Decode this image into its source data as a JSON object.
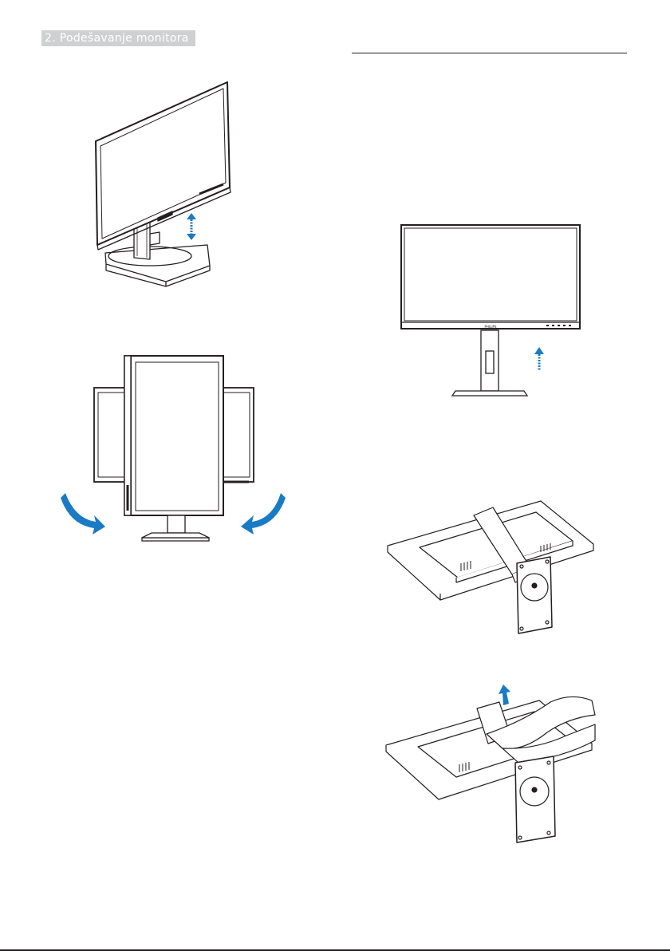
{
  "header": {
    "section_title": "2. Podešavanje monitora"
  },
  "brand": {
    "logo_text": "PHILIPS"
  },
  "colors": {
    "arrow_blue": "#1a7bc4",
    "line": "#231f20",
    "tab_bg": "#cfd0d2"
  },
  "figures": [
    {
      "name": "height-adjust-figure",
      "icon": "height-adjust-arrow-icon"
    },
    {
      "name": "pivot-figure",
      "icon": "rotate-arrows-icon"
    },
    {
      "name": "front-view-figure",
      "icon": "lift-arrow-icon"
    },
    {
      "name": "stand-removal-figure-1",
      "icon": ""
    },
    {
      "name": "stand-removal-figure-2",
      "icon": "lift-arrow-icon"
    }
  ]
}
